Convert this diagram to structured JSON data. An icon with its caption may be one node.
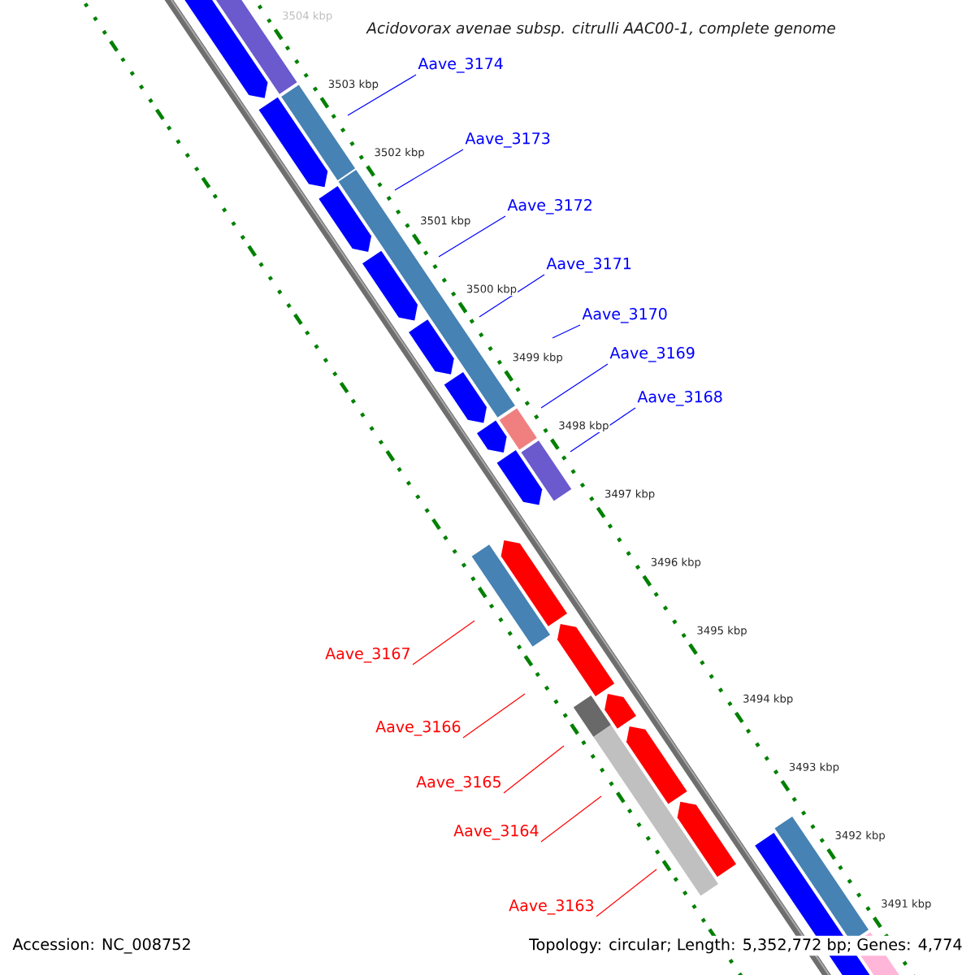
{
  "diagram": {
    "title": "Acidovorax avenae subsp. citrulli AAC00-1, complete genome",
    "nodes": [
      {
        "text": [
          "Aave_3174"
        ]
      },
      {
        "text": [
          "Aave_3173"
        ]
      },
      {
        "text": [
          "Aave_3172"
        ]
      },
      {
        "text": [
          "Aave_3171"
        ]
      },
      {
        "text": [
          "Aave_3170"
        ]
      },
      {
        "text": [
          "Aave_3169"
        ]
      },
      {
        "text": [
          "Aave_3168"
        ]
      },
      {
        "text": [
          "Aave_3167"
        ]
      },
      {
        "text": [
          "Aave_3166"
        ]
      },
      {
        "text": [
          "Aave_3165"
        ]
      },
      {
        "text": [
          "Aave_3164"
        ]
      },
      {
        "text": [
          "Aave_3163"
        ]
      }
    ],
    "edges": [
      {
        "from": 0,
        "to": null,
        "arrow": "none"
      },
      {
        "from": 1,
        "to": null,
        "arrow": "none"
      },
      {
        "from": 2,
        "to": null,
        "arrow": "none"
      },
      {
        "from": 3,
        "to": null,
        "arrow": "none"
      },
      {
        "from": 4,
        "to": null,
        "arrow": "none"
      },
      {
        "from": 5,
        "to": null,
        "arrow": "none"
      },
      {
        "from": 6,
        "to": null,
        "arrow": "none"
      },
      {
        "from": 7,
        "to": null,
        "arrow": "none",
        "color": "#ff0000"
      },
      {
        "from": 8,
        "to": null,
        "arrow": "none",
        "color": "#ff0000"
      },
      {
        "from": 9,
        "to": null,
        "arrow": "none",
        "color": "#ff0000"
      },
      {
        "from": 10,
        "to": null,
        "arrow": "none",
        "color": "#ff0000"
      },
      {
        "from": 11,
        "to": null,
        "arrow": "none",
        "color": "#ff0000"
      }
    ],
    "labels": [
      "3504 kbp",
      "3503 kbp",
      "3502 kbp",
      "3501 kbp",
      "3500 kbp",
      "3499 kbp",
      "3498 kbp",
      "3497 kbp",
      "3496 kbp",
      "3495 kbp",
      "3494 kbp",
      "3493 kbp",
      "3492 kbp",
      "3491 kbp",
      "Accession: NC_008752",
      "Topology: circular; Length: 5,352,772 bp; Genes: 4,774"
    ]
  }
}
